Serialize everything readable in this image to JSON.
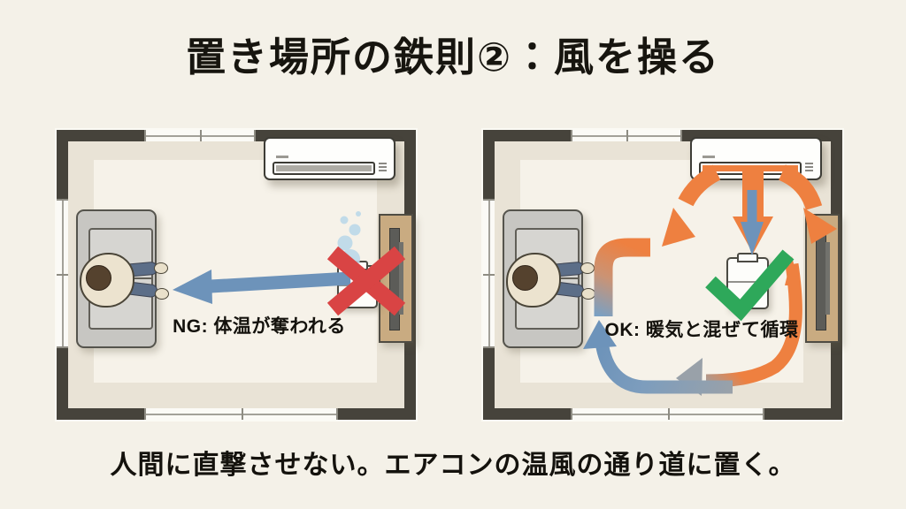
{
  "title": "置き場所の鉄則②：風を操る",
  "caption": "人間に直撃させない。エアコンの温風の通り道に置く。",
  "rooms": {
    "ng": {
      "label": "NG: 体温が奪われる"
    },
    "ok": {
      "label": "OK: 暖気と混ぜて循環"
    }
  },
  "icons": {
    "ng_mark": "red-cross",
    "ok_mark": "green-checkmark",
    "cold_draft": "blue-arrow-left",
    "warm_air": "orange-arrows-down",
    "circulation": "orange-blue-loop-arrows",
    "steam": "mist-puffs"
  },
  "colors": {
    "background": "#f4f1e8",
    "wall": "#46433b",
    "floor": "#e9e3d6",
    "rug": "#f6f2e9",
    "cold_blue": "#6d93ba",
    "warm_orange": "#ee8040",
    "ng_red": "#d94444",
    "ok_green": "#2ea85a",
    "text": "#17150f"
  }
}
